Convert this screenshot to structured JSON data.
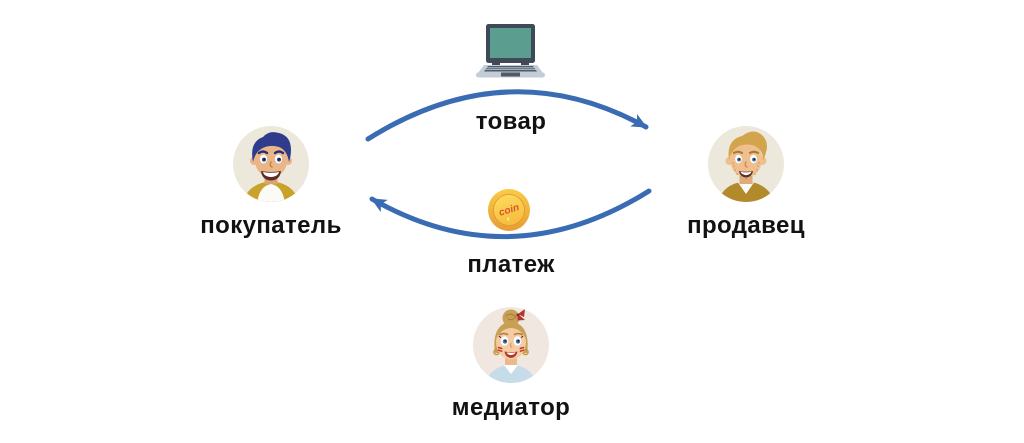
{
  "diagram": {
    "type": "flow-diagram",
    "language": "ru",
    "actors": {
      "buyer": {
        "label": "покупатель",
        "icon": "young-man-blue-hair-avatar",
        "position": "left"
      },
      "seller": {
        "label": "продавец",
        "icon": "blond-man-avatar",
        "position": "right"
      },
      "mediator": {
        "label": "медиатор",
        "icon": "woman-bun-avatar",
        "position": "bottom-center"
      }
    },
    "flows": {
      "goods": {
        "label": "товар",
        "from": "buyer",
        "to": "seller",
        "icon": "laptop-icon",
        "arrow": "arc-over-left-to-right"
      },
      "payment": {
        "label": "платеж",
        "from": "seller",
        "to": "buyer",
        "icon": "gold-coin-icon",
        "arrow": "arc-under-right-to-left"
      }
    },
    "coin_text": "coin",
    "colors": {
      "background": "#FFFFFF",
      "arrow": "#3A6CB4",
      "label_text": "#121212",
      "laptop_screen": "#5B9E8F",
      "laptop_frame": "#3F4A59",
      "laptop_base": "#C3CDD7",
      "coin_rim_top": "#F9CC45",
      "coin_rim_bottom": "#E89C35",
      "coin_face": "#FBCE4F",
      "coin_label": "#D9542B",
      "avatar_circle": "#ECE8DB",
      "mediator_circle": "#EFE7E0"
    }
  }
}
